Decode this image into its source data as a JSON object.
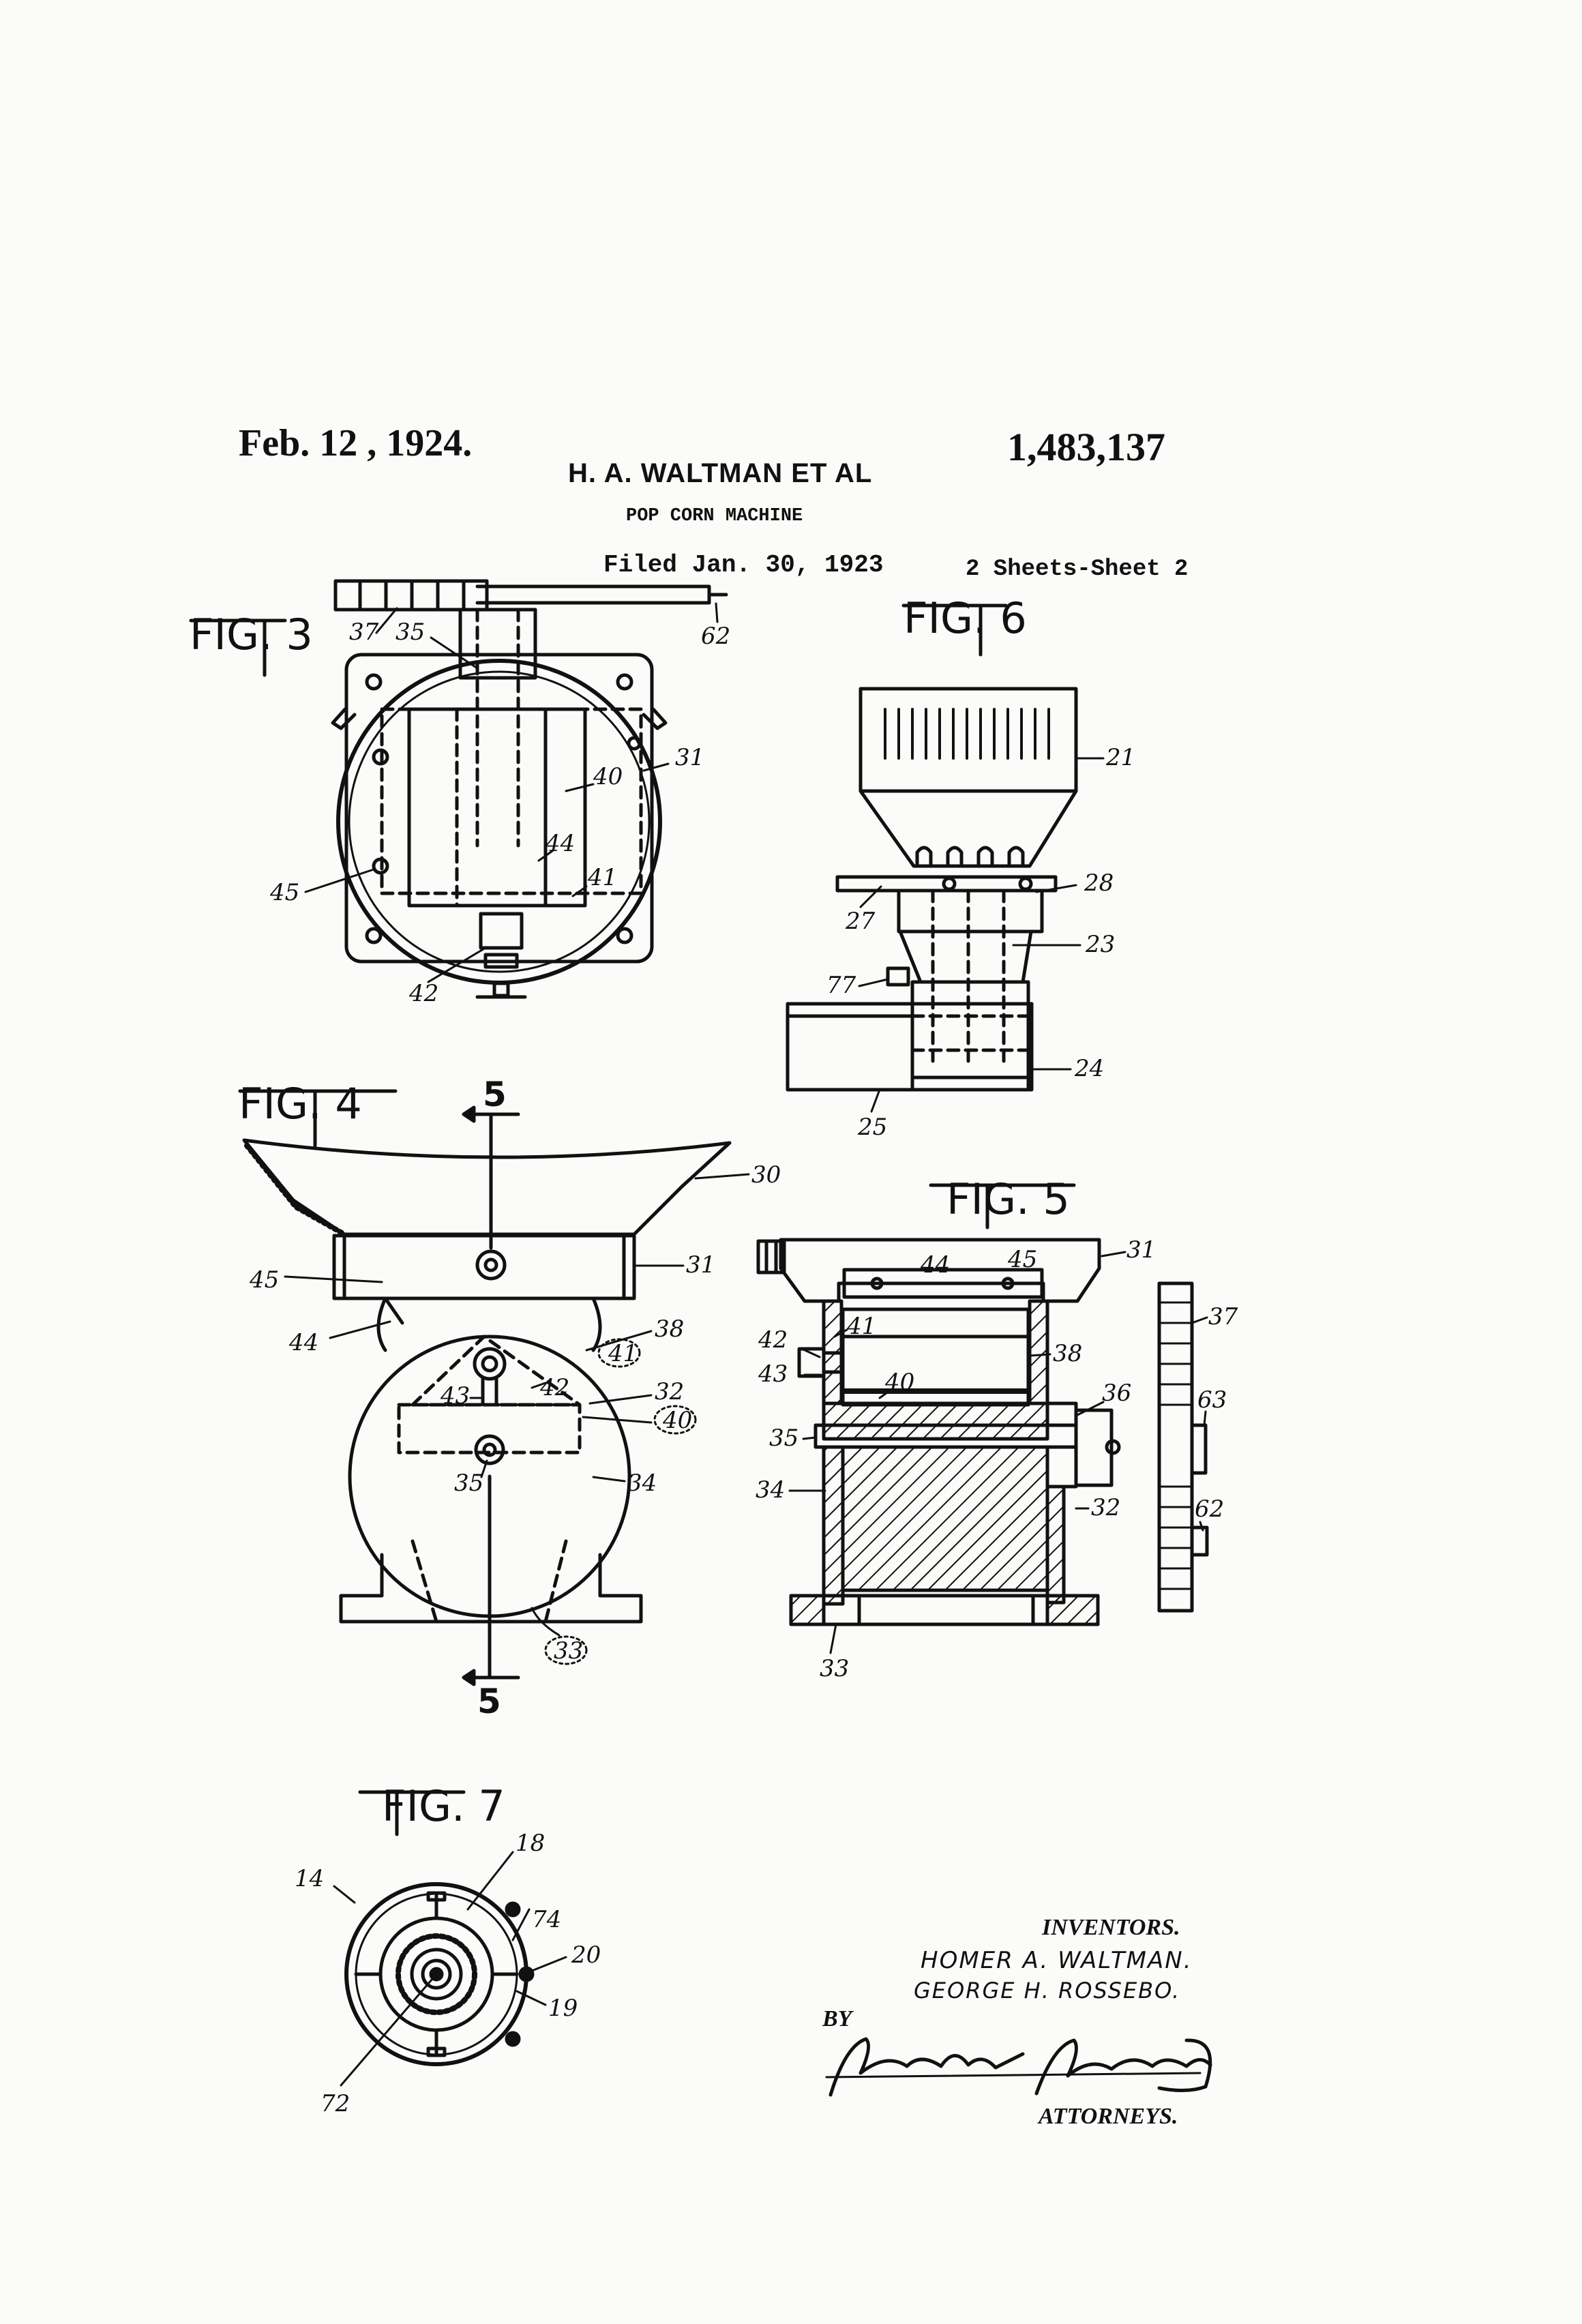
{
  "header": {
    "date": "Feb. 12 , 1924.",
    "inventor": "H. A. WALTMAN ET AL",
    "patent_number": "1,483,137",
    "title": "POP CORN MACHINE",
    "filed": "Filed Jan. 30, 1923",
    "sheets": "2 Sheets-Sheet 2"
  },
  "figures": {
    "fig3": {
      "label": "FIG. 3",
      "refs": [
        "37",
        "35",
        "62",
        "31",
        "40",
        "44",
        "41",
        "45",
        "42"
      ]
    },
    "fig6": {
      "label": "FIG. 6",
      "refs": [
        "21",
        "28",
        "27",
        "23",
        "77",
        "24",
        "25"
      ]
    },
    "fig4": {
      "label": "FIG. 4",
      "section": "5",
      "refs": [
        "30",
        "31",
        "45",
        "44",
        "38",
        "41",
        "42",
        "32",
        "43",
        "40",
        "35",
        "34",
        "33"
      ]
    },
    "fig5": {
      "label": "FIG. 5",
      "refs": [
        "31",
        "44",
        "45",
        "37",
        "42",
        "41",
        "38",
        "43",
        "40",
        "36",
        "63",
        "35",
        "34",
        "32",
        "62",
        "33"
      ]
    },
    "fig7": {
      "label": "FIG. 7",
      "refs": [
        "18",
        "14",
        "74",
        "20",
        "19",
        "72"
      ]
    }
  },
  "signature": {
    "inventors_heading": "INVENTORS.",
    "inventor_1": "HOMER A. WALTMAN.",
    "inventor_2": "GEORGE H. ROSSEBO.",
    "by": "BY",
    "attorneys": "ATTORNEYS."
  }
}
